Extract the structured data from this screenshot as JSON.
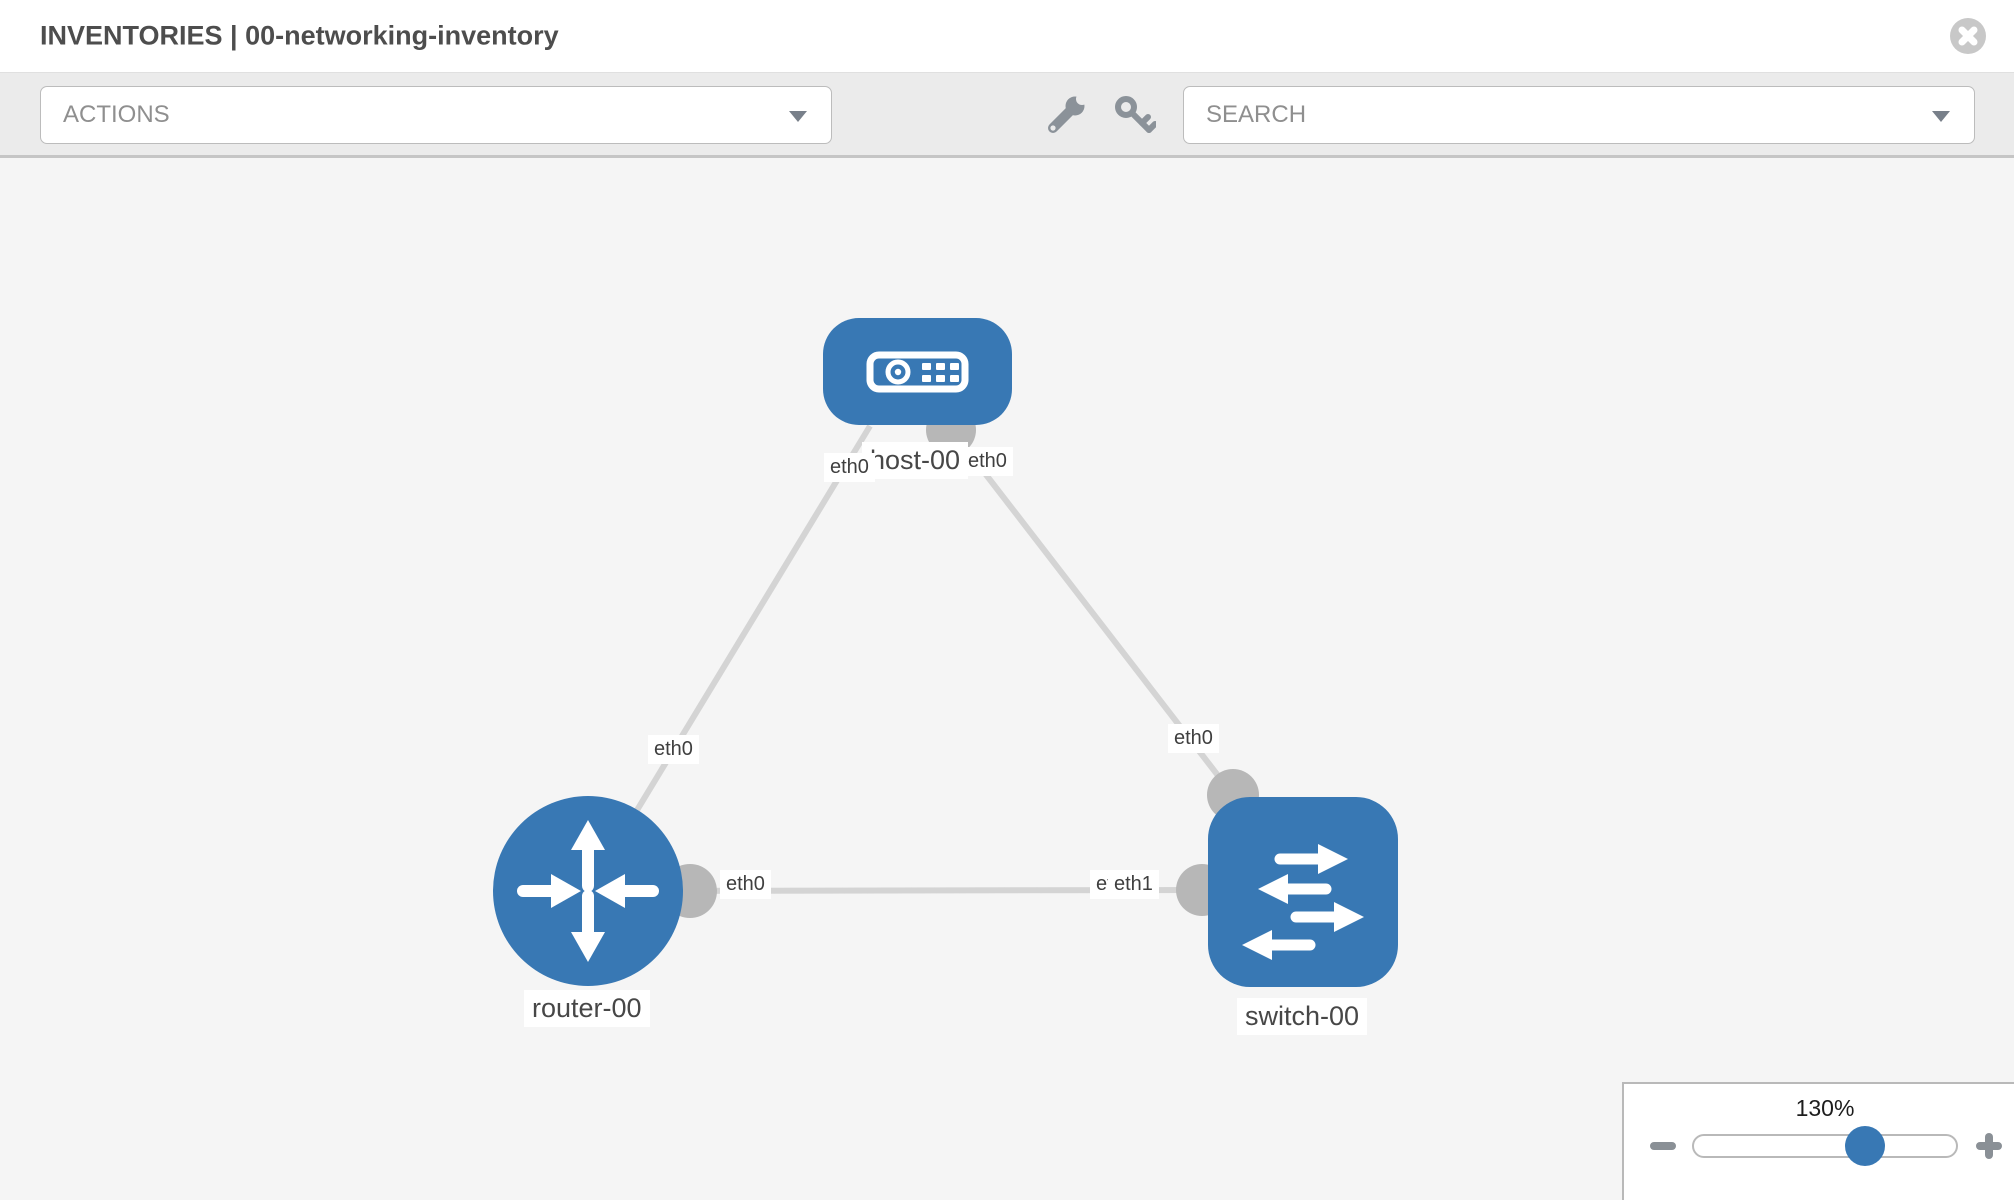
{
  "header": {
    "title": "INVENTORIES | 00-networking-inventory",
    "close_icon": "circle-x-icon"
  },
  "toolbar": {
    "actions_dropdown": {
      "label": "ACTIONS",
      "caret_icon": "chevron-down-icon"
    },
    "tools": [
      {
        "icon": "wrench-icon"
      },
      {
        "icon": "key-icon"
      }
    ],
    "search_dropdown": {
      "label": "SEARCH",
      "caret_icon": "chevron-down-icon"
    }
  },
  "topology": {
    "nodes": [
      {
        "id": "host-00",
        "type": "host",
        "label": "host-00",
        "icon": "server-icon"
      },
      {
        "id": "router-00",
        "type": "router",
        "label": "router-00",
        "icon": "router-arrows-icon"
      },
      {
        "id": "switch-00",
        "type": "switch",
        "label": "switch-00",
        "icon": "switch-arrows-icon"
      }
    ],
    "links": [
      {
        "from": "router-00",
        "from_interface": "eth0",
        "to": "host-00",
        "to_interface": "eth0"
      },
      {
        "from": "host-00",
        "from_interface": "eth0",
        "to": "switch-00",
        "to_interface": "eth0"
      },
      {
        "from": "router-00",
        "from_interface": "eth0",
        "to": "switch-00",
        "to_interface": "eth1"
      }
    ],
    "interface_labels": [
      {
        "text": "eth0"
      },
      {
        "text": "eth0"
      },
      {
        "text": "eth0"
      },
      {
        "text": "eth0"
      },
      {
        "text": "eth0"
      },
      {
        "text": "eth0"
      },
      {
        "text": "eth1"
      }
    ]
  },
  "zoom_control": {
    "level": "130%",
    "minus_icon": "minus-icon",
    "plus_icon": "plus-icon"
  },
  "colors": {
    "node_blue": "#3878b4",
    "link_gray": "#d4d4d4",
    "connector_gray": "#b7b7b7",
    "canvas_bg": "#f5f5f5",
    "toolbar_bg": "#ebebeb"
  }
}
